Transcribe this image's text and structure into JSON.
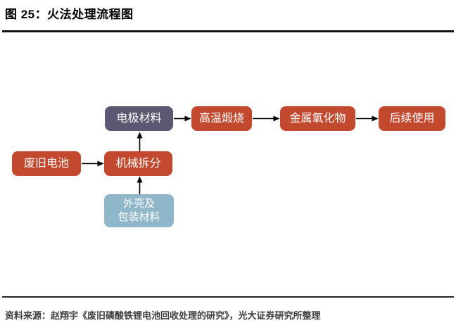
{
  "title": "图 25：火法处理流程图",
  "source": "资料来源：赵翔宇《废旧磷酸铁锂电池回收处理的研究》，光大证券研究所整理",
  "colors": {
    "red": "#c2492e",
    "purple": "#5a5872",
    "blue": "#90b6ca",
    "rule": "#121212",
    "text_on_node": "#ffffff"
  },
  "flowchart": {
    "nodes": [
      {
        "id": "waste-battery",
        "label": "废旧电池",
        "color": "red"
      },
      {
        "id": "mechanical-split",
        "label": "机械拆分",
        "color": "red"
      },
      {
        "id": "shell-packaging",
        "label": "外壳及\n包装材料",
        "color": "blue"
      },
      {
        "id": "electrode-material",
        "label": "电极材料",
        "color": "purple"
      },
      {
        "id": "high-temp-calcine",
        "label": "高温煅烧",
        "color": "red"
      },
      {
        "id": "metal-oxide",
        "label": "金属氧化物",
        "color": "red"
      },
      {
        "id": "follow-up-use",
        "label": "后续使用",
        "color": "red"
      }
    ],
    "edges": [
      {
        "from": "废旧电池",
        "to": "机械拆分"
      },
      {
        "from": "机械拆分",
        "to": "电极材料"
      },
      {
        "from": "外壳及包装材料",
        "to": "机械拆分"
      },
      {
        "from": "电极材料",
        "to": "高温煅烧"
      },
      {
        "from": "高温煅烧",
        "to": "金属氧化物"
      },
      {
        "from": "金属氧化物",
        "to": "后续使用"
      }
    ]
  }
}
